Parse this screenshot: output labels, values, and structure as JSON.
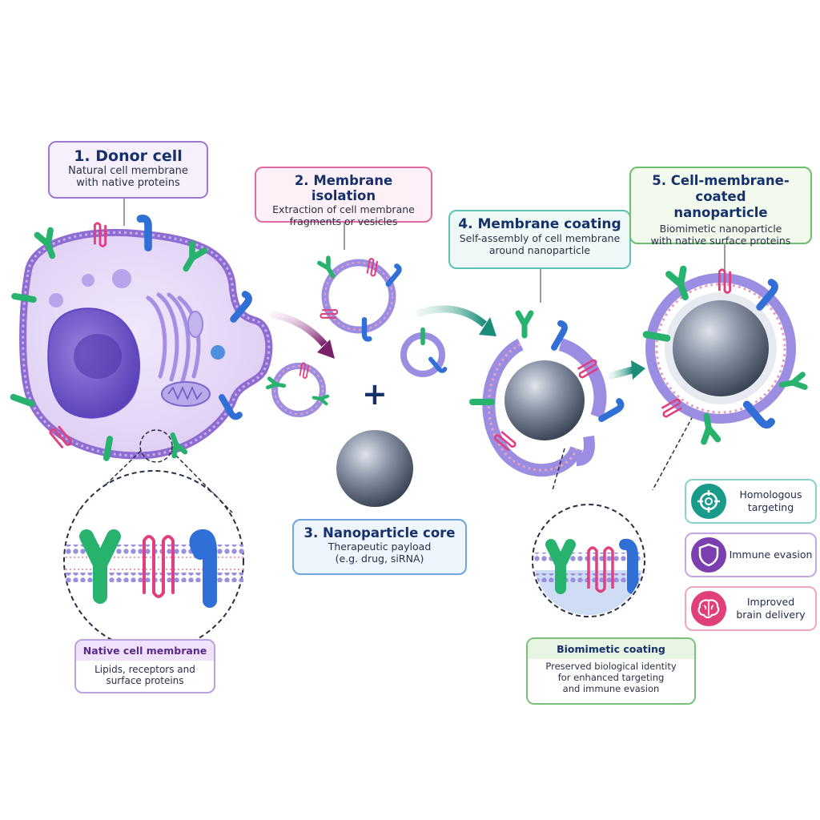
{
  "steps": {
    "donor": {
      "title": "1. Donor cell",
      "desc": "Natural cell membrane\nwith native proteins"
    },
    "isolation": {
      "title": "2. Membrane isolation",
      "desc": "Extraction of cell membrane\nfragments or vesicles"
    },
    "core": {
      "title": "3. Nanoparticle core",
      "desc": "Therapeutic payload\n(e.g. drug, siRNA)"
    },
    "coating": {
      "title": "4. Membrane coating",
      "desc": "Self-assembly of cell membrane\naround nanoparticle"
    },
    "coated": {
      "title": "5. Cell-membrane-coated\nnanoparticle",
      "desc": "Biomimetic nanoparticle\nwith native surface proteins"
    }
  },
  "native_membrane": {
    "title": "Native cell membrane",
    "desc": "Lipids, receptors and\nsurface proteins"
  },
  "biomimetic": {
    "title": "Biomimetic coating",
    "desc": "Preserved biological identity\nfor enhanced targeting\nand immune evasion"
  },
  "plus_sign": "+",
  "benefits": [
    {
      "label": "Homologous\ntargeting",
      "icon": "target-icon",
      "color": "#1a9b8a"
    },
    {
      "label": "Immune evasion",
      "icon": "shield-icon",
      "color": "#7b3fb0"
    },
    {
      "label": "Improved\nbrain delivery",
      "icon": "brain-icon",
      "color": "#e03f78"
    }
  ],
  "colors": {
    "cell_fill": "#e9dcf7",
    "cell_border": "#8f6cd1",
    "nucleus": "#7d5fd0",
    "receptor_green": "#27b26e",
    "receptor_blue": "#2f6fd6",
    "receptor_pink": "#e0407f",
    "nanoparticle": "#5d6a7d",
    "arrow_purple": "#7a1f6a",
    "arrow_teal": "#1a8c78",
    "title_text": "#16306b"
  }
}
